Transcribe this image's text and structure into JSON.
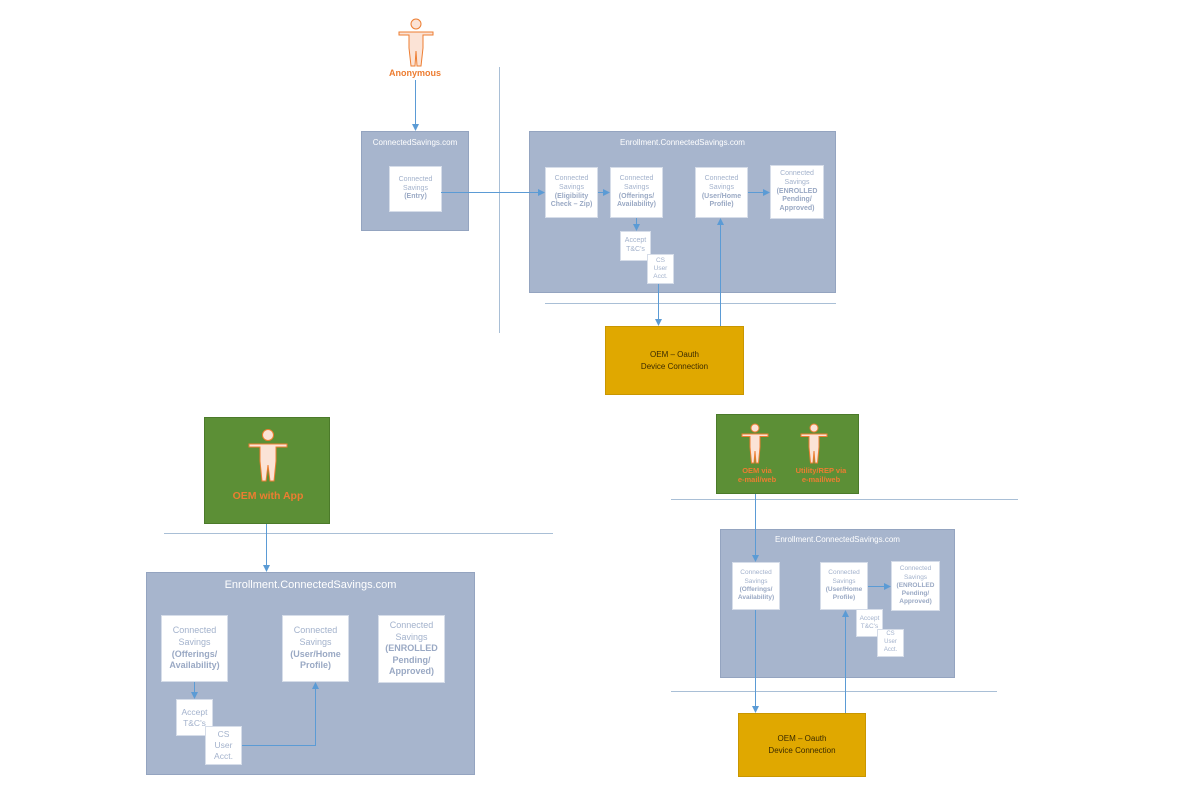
{
  "top": {
    "anonymous_label": "Anonymous",
    "entry_panel_title": "ConnectedSavings.com",
    "entry_card": {
      "line1": "Connected",
      "line2": "Savings",
      "line3": "(Entry)"
    },
    "enroll_panel_title": "Enrollment.ConnectedSavings.com",
    "eligibility_card": {
      "line1": "Connected",
      "line2": "Savings",
      "line3": "(Eligibility",
      "line4": "Check – Zip)"
    },
    "offerings_card": {
      "line1": "Connected",
      "line2": "Savings",
      "line3": "(Offerings/",
      "line4": "Availability)"
    },
    "profile_card": {
      "line1": "Connected",
      "line2": "Savings",
      "line3": "(User/Home",
      "line4": "Profile)"
    },
    "enrolled_card": {
      "line1": "Connected",
      "line2": "Savings",
      "line3": "(ENROLLED",
      "line4": "Pending/",
      "line5": "Approved)"
    },
    "accept_card": {
      "line1": "Accept",
      "line2": "T&C's"
    },
    "cs_card": {
      "line1": "CS",
      "line2": "User",
      "line3": "Acct."
    },
    "oem_box": {
      "line1": "OEM – Oauth",
      "line2": "Device Connection"
    }
  },
  "bottom_left": {
    "actor_label": "OEM with App",
    "panel_title": "Enrollment.ConnectedSavings.com",
    "offerings_card": {
      "line1": "Connected",
      "line2": "Savings",
      "line3": "(Offerings/",
      "line4": "Availability)"
    },
    "profile_card": {
      "line1": "Connected",
      "line2": "Savings",
      "line3": "(User/Home",
      "line4": "Profile)"
    },
    "enrolled_card": {
      "line1": "Connected",
      "line2": "Savings",
      "line3": "(ENROLLED",
      "line4": "Pending/",
      "line5": "Approved)"
    },
    "accept_card": {
      "line1": "Accept",
      "line2": "T&C's"
    },
    "cs_card": {
      "line1": "CS",
      "line2": "User",
      "line3": "Acct."
    }
  },
  "bottom_right": {
    "actor1_label": {
      "line1": "OEM via",
      "line2": "e-mail/web"
    },
    "actor2_label": {
      "line1": "Utility/REP via",
      "line2": "e-mail/web"
    },
    "panel_title": "Enrollment.ConnectedSavings.com",
    "offerings_card": {
      "line1": "Connected",
      "line2": "Savings",
      "line3": "(Offerings/",
      "line4": "Availability)"
    },
    "profile_card": {
      "line1": "Connected",
      "line2": "Savings",
      "line3": "(User/Home",
      "line4": "Profile)"
    },
    "enrolled_card": {
      "line1": "Connected",
      "line2": "Savings",
      "line3": "(ENROLLED",
      "line4": "Pending/",
      "line5": "Approved)"
    },
    "accept_card": {
      "line1": "Accept",
      "line2": "T&C's"
    },
    "cs_card": {
      "line1": "CS",
      "line2": "User",
      "line3": "Acct."
    },
    "oem_box": {
      "line1": "OEM – Oauth",
      "line2": "Device Connection"
    }
  },
  "colors": {
    "panel": "#a7b5cd",
    "oem": "#e0a800",
    "actor_bg": "#5c8f36",
    "actor_text": "#ed7d31",
    "connector": "#5b9bd5"
  }
}
